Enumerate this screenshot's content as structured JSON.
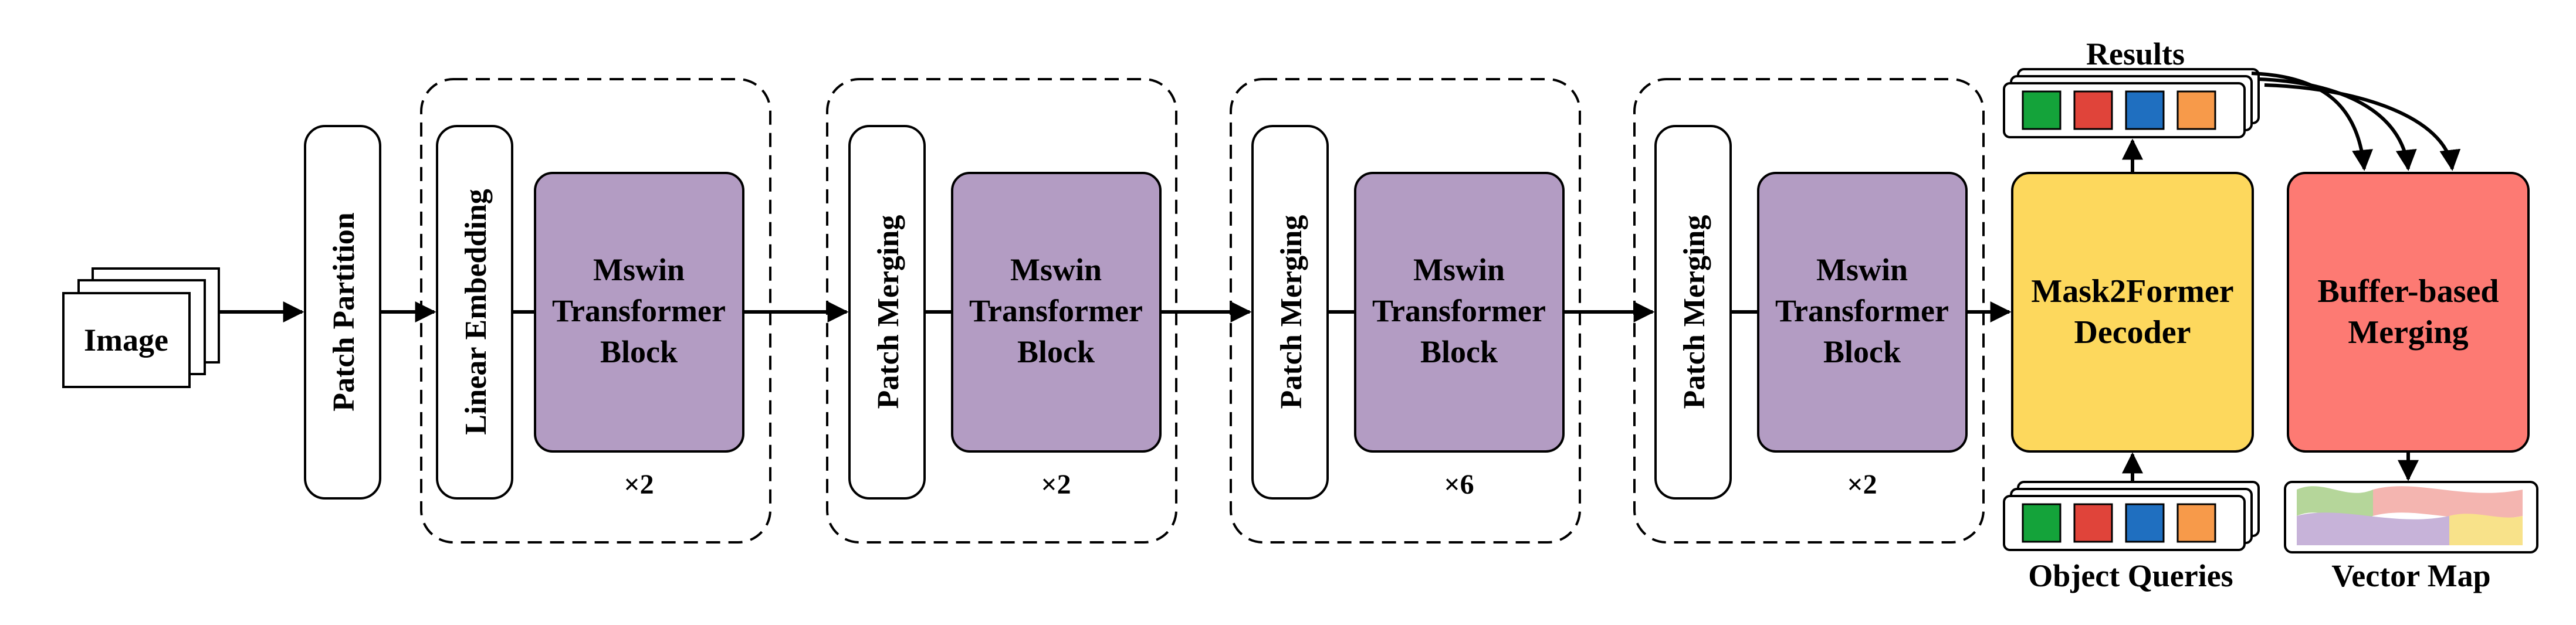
{
  "input": {
    "label": "Image"
  },
  "patch_partition": {
    "label": "Patch Partition"
  },
  "stages": [
    {
      "embed_label": "Linear Embedding",
      "block_lines": [
        "Mswin",
        "Transformer",
        "Block"
      ],
      "repeat": "×2",
      "block_color": "#b39cc3"
    },
    {
      "embed_label": "Patch Merging",
      "block_lines": [
        "Mswin",
        "Transformer",
        "Block"
      ],
      "repeat": "×2",
      "block_color": "#b39cc3"
    },
    {
      "embed_label": "Patch Merging",
      "block_lines": [
        "Mswin",
        "Transformer",
        "Block"
      ],
      "repeat": "×6",
      "block_color": "#b39cc3"
    },
    {
      "embed_label": "Patch Merging",
      "block_lines": [
        "Mswin",
        "Transformer",
        "Block"
      ],
      "repeat": "×2",
      "block_color": "#b39cc3"
    }
  ],
  "decoder": {
    "lines": [
      "Mask2Former",
      "Decoder"
    ],
    "color": "#fdd85d"
  },
  "merging": {
    "lines": [
      "Buffer-based",
      "Merging"
    ],
    "color": "#fd7a73"
  },
  "results": {
    "label": "Results"
  },
  "object_queries": {
    "label": "Object Queries"
  },
  "vector_map": {
    "label": "Vector Map"
  },
  "query_colors": [
    "#14a33a",
    "#e0443a",
    "#1f6fc0",
    "#f79a4a"
  ],
  "vector_map_colors": [
    "#b5d69a",
    "#f4b5b0",
    "#c7b3d9",
    "#f8e28a"
  ]
}
